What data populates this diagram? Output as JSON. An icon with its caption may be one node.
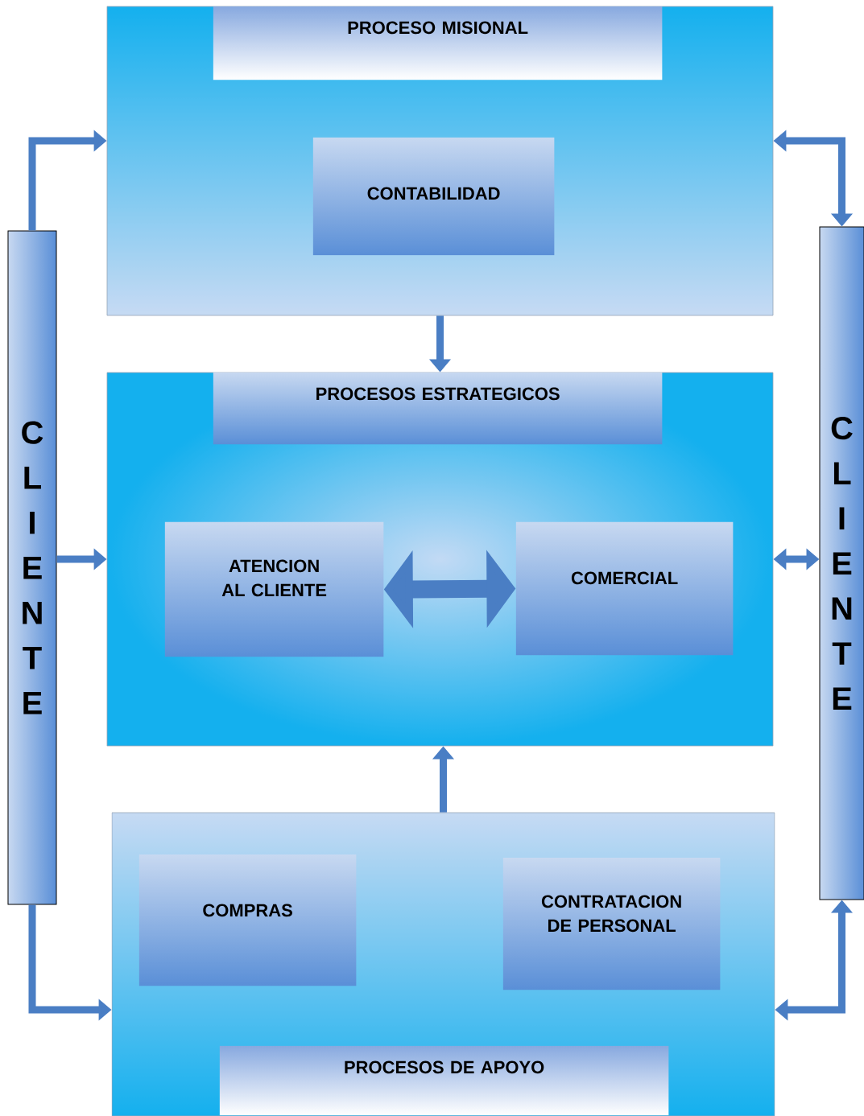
{
  "diagram": {
    "nodes": [
      {
        "text": [],
        "shape": "box"
      },
      {
        "text": [
          "PROCESO MISIONAL"
        ],
        "in": 0
      },
      {
        "text": [
          "CONTABILIDAD"
        ],
        "in": 0
      },
      {
        "text": [],
        "shape": "box"
      },
      {
        "text": [
          "PROCESOS ESTRATEGICOS"
        ],
        "in": 3
      },
      {
        "text": [
          "ATENCION AL CLIENTE"
        ],
        "in": 3
      },
      {
        "text": [
          "COMERCIAL"
        ],
        "in": 3
      },
      {
        "text": [],
        "shape": "box"
      },
      {
        "text": [
          "COMPRAS"
        ],
        "in": 7
      },
      {
        "text": [
          "CONTRATACION DE PERSONAL"
        ],
        "in": 7
      },
      {
        "text": [
          "PROCESOS DE APOYO"
        ],
        "in": 7
      },
      {
        "text": [
          "CLIENTE"
        ]
      },
      {
        "text": [
          "CLIENTE"
        ]
      }
    ],
    "edges": [
      {
        "from": 0,
        "to": 3,
        "arrow": "to"
      },
      {
        "from": 7,
        "to": 3,
        "arrow": "to"
      },
      {
        "from": 5,
        "to": 6,
        "arrow": "both",
        "style": "thick"
      },
      {
        "from": 11,
        "to": 0,
        "arrow": "to"
      },
      {
        "from": 11,
        "to": 7,
        "arrow": "to"
      },
      {
        "from": 11,
        "to": 3,
        "arrow": "to"
      },
      {
        "from": 0,
        "to": 12,
        "arrow": "both"
      },
      {
        "from": 3,
        "to": 12,
        "arrow": "both"
      },
      {
        "from": 7,
        "to": 12,
        "arrow": "both"
      }
    ]
  }
}
